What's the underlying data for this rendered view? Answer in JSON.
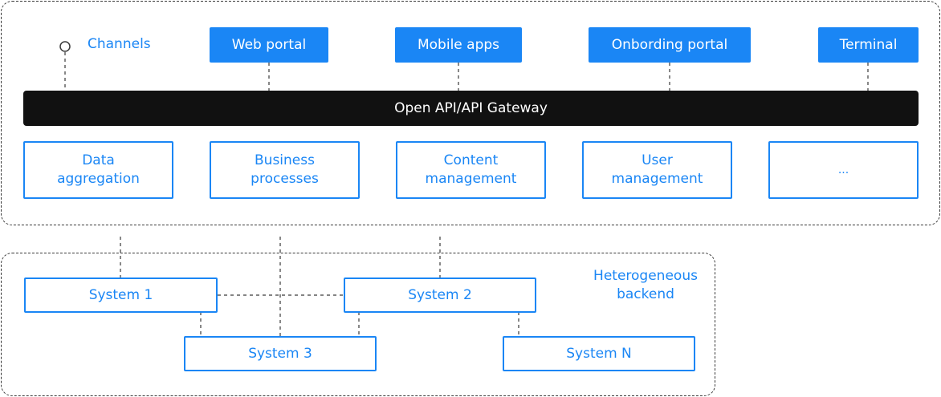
{
  "channels_label": "Channels",
  "channels": [
    "Web portal",
    "Mobile apps",
    "Onbording portal",
    "Terminal"
  ],
  "gateway": "Open API/API Gateway",
  "modules": [
    {
      "line1": "Data",
      "line2": "aggregation"
    },
    {
      "line1": "Business",
      "line2": "processes"
    },
    {
      "line1": "Content",
      "line2": "management"
    },
    {
      "line1": "User",
      "line2": "management"
    },
    {
      "line1": "...",
      "line2": ""
    }
  ],
  "backend": {
    "label_line1": "Heterogeneous",
    "label_line2": "backend",
    "systems": [
      "System 1",
      "System 2",
      "System 3",
      "System N"
    ]
  },
  "colors": {
    "accent": "#1a86f5",
    "gateway_bg": "#111111",
    "border": "#3a3a3a"
  }
}
